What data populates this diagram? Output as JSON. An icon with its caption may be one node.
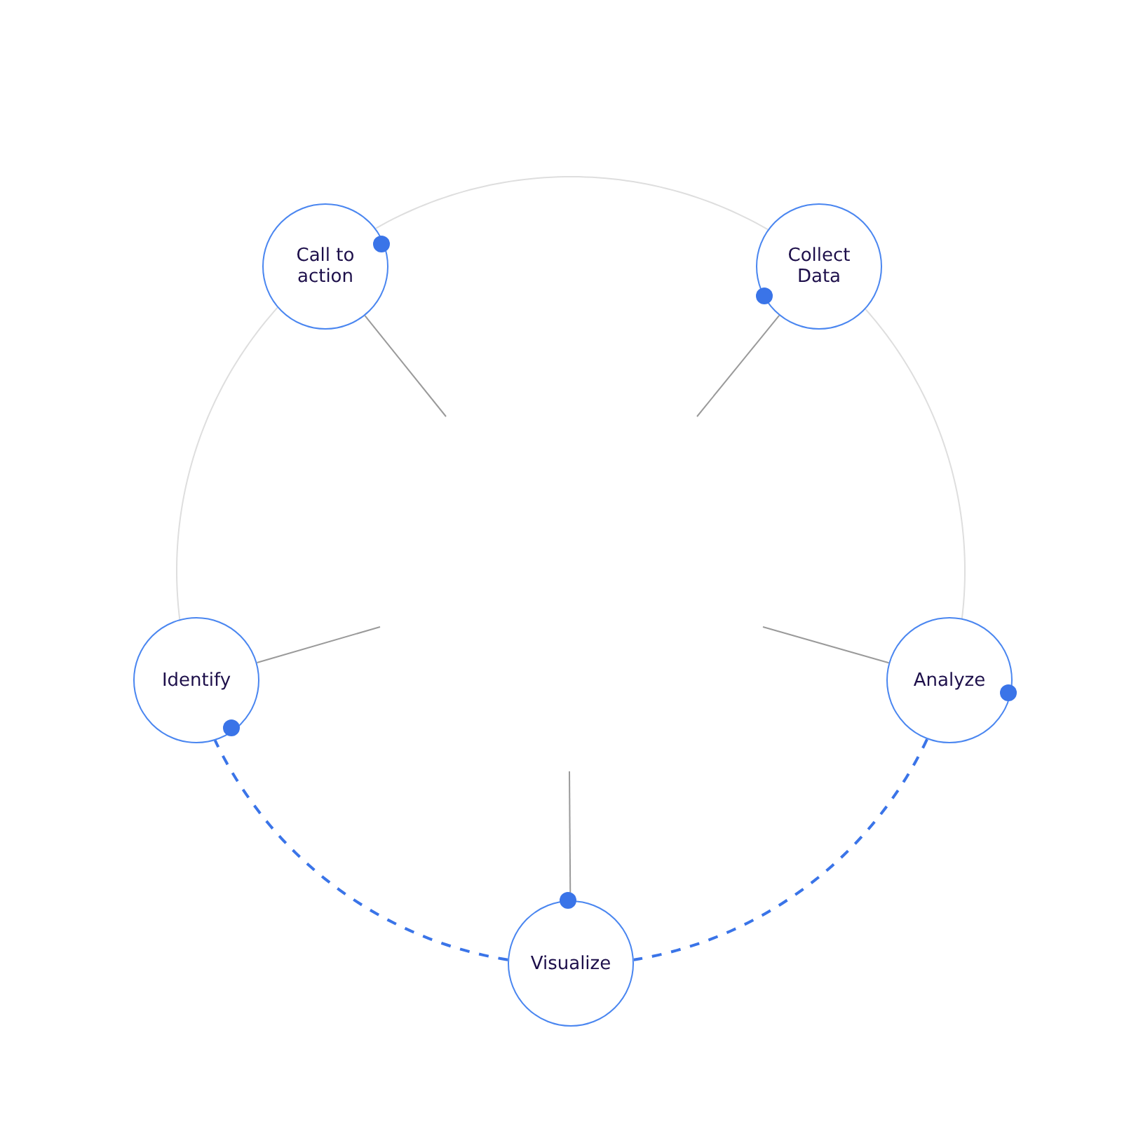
{
  "diagram": {
    "nodes": [
      {
        "text": [
          "Call to action"
        ]
      },
      {
        "text": [
          "Collect Data"
        ]
      },
      {
        "text": [
          "Analyze"
        ]
      },
      {
        "text": [
          "Visualize"
        ]
      },
      {
        "text": [
          "Identify"
        ]
      }
    ],
    "edges": [
      {
        "from": 0,
        "to": 1,
        "arrow": "none"
      },
      {
        "from": 1,
        "to": 2,
        "arrow": "none"
      },
      {
        "from": 2,
        "to": 3,
        "arrow": "none",
        "style": "dashed",
        "color": "#3a74e8"
      },
      {
        "from": 3,
        "to": 4,
        "arrow": "none",
        "style": "dashed",
        "color": "#3a74e8"
      },
      {
        "from": 4,
        "to": 0,
        "arrow": "none"
      },
      {
        "from": null,
        "to": 0,
        "arrow": "none"
      },
      {
        "from": null,
        "to": 1,
        "arrow": "none"
      },
      {
        "from": null,
        "to": 2,
        "arrow": "none"
      },
      {
        "from": null,
        "to": 3,
        "arrow": "none"
      },
      {
        "from": null,
        "to": 4,
        "arrow": "none"
      }
    ]
  }
}
